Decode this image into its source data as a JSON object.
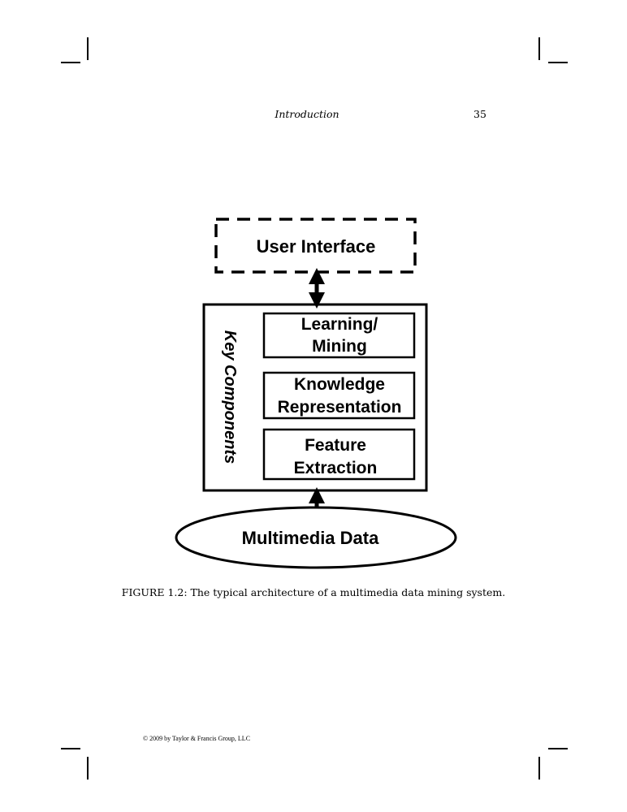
{
  "header": {
    "running_title": "Introduction",
    "page_number": "35"
  },
  "figure": {
    "user_interface": "User Interface",
    "key_components": "Key Components",
    "components": [
      {
        "line1": "Learning/",
        "line2": "Mining"
      },
      {
        "line1": "Knowledge",
        "line2": "Representation"
      },
      {
        "line1": "Feature",
        "line2": "Extraction"
      }
    ],
    "data_source": "Multimedia Data",
    "caption": "FIGURE 1.2:  The typical architecture of a multimedia data mining system."
  },
  "footer": {
    "copyright": "© 2009 by Taylor & Francis Group, LLC"
  }
}
